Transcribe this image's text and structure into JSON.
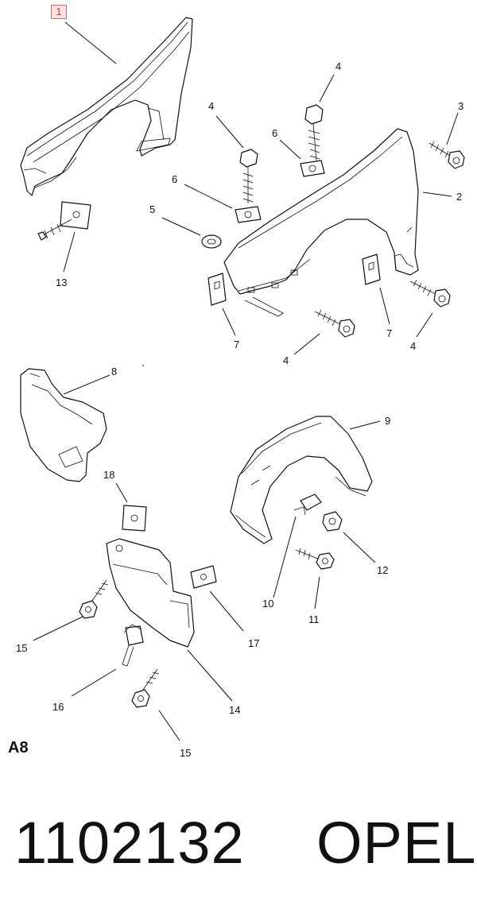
{
  "highlighted_callout": "1",
  "section_code": "A8",
  "part_number": "1102132",
  "brand": "OPEL",
  "callouts": [
    {
      "id": "c1",
      "label": "1"
    },
    {
      "id": "c2",
      "label": "2"
    },
    {
      "id": "c3",
      "label": "3"
    },
    {
      "id": "c4a",
      "label": "4"
    },
    {
      "id": "c4b",
      "label": "4"
    },
    {
      "id": "c4c",
      "label": "4"
    },
    {
      "id": "c4d",
      "label": "4"
    },
    {
      "id": "c5",
      "label": "5"
    },
    {
      "id": "c6a",
      "label": "6"
    },
    {
      "id": "c6b",
      "label": "6"
    },
    {
      "id": "c7a",
      "label": "7"
    },
    {
      "id": "c7b",
      "label": "7"
    },
    {
      "id": "c8",
      "label": "8"
    },
    {
      "id": "c9",
      "label": "9"
    },
    {
      "id": "c10",
      "label": "10"
    },
    {
      "id": "c11",
      "label": "11"
    },
    {
      "id": "c12",
      "label": "12"
    },
    {
      "id": "c13",
      "label": "13"
    },
    {
      "id": "c14",
      "label": "14"
    },
    {
      "id": "c15a",
      "label": "15"
    },
    {
      "id": "c15b",
      "label": "15"
    },
    {
      "id": "c16",
      "label": "16"
    },
    {
      "id": "c17",
      "label": "17"
    },
    {
      "id": "c18",
      "label": "18"
    }
  ],
  "colors": {
    "line": "#111111",
    "highlight_fill": "#fbe3e3",
    "highlight_border": "#e06666"
  }
}
